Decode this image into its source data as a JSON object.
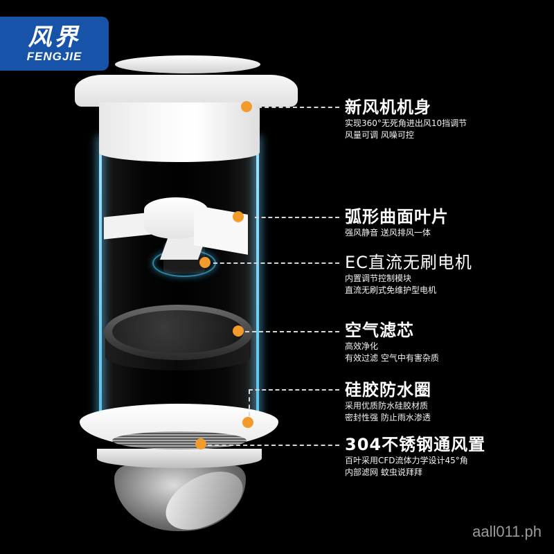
{
  "brand": {
    "name_cn": "风界",
    "name_en": "FENGJIE",
    "color": "#1753a8"
  },
  "accent_color": "#f39a2d",
  "features": [
    {
      "title": "新风机机身",
      "lines": [
        "实现360°无死角进出风10挡调节",
        "风量可调  风噪可控"
      ]
    },
    {
      "title": "弧形曲面叶片",
      "lines": [
        "强风静音  送风排风一体"
      ]
    },
    {
      "title": "EC直流无刷电机",
      "lines": [
        "内置调节控制模块",
        "直流无刷式免维护型电机"
      ]
    },
    {
      "title": "空气滤芯",
      "lines": [
        "高效净化",
        "有效过滤  空气中有害杂质"
      ]
    },
    {
      "title": "硅胶防水圈",
      "lines": [
        "采用优质防水硅胶材质",
        "密封性强  防止雨水渗透"
      ]
    },
    {
      "title": "304不锈钢通风置",
      "lines": [
        "百叶采用CFD流体力学设计45°角",
        "内部滤网  蚊虫说拜拜"
      ]
    }
  ],
  "watermark": "aall011.ph"
}
